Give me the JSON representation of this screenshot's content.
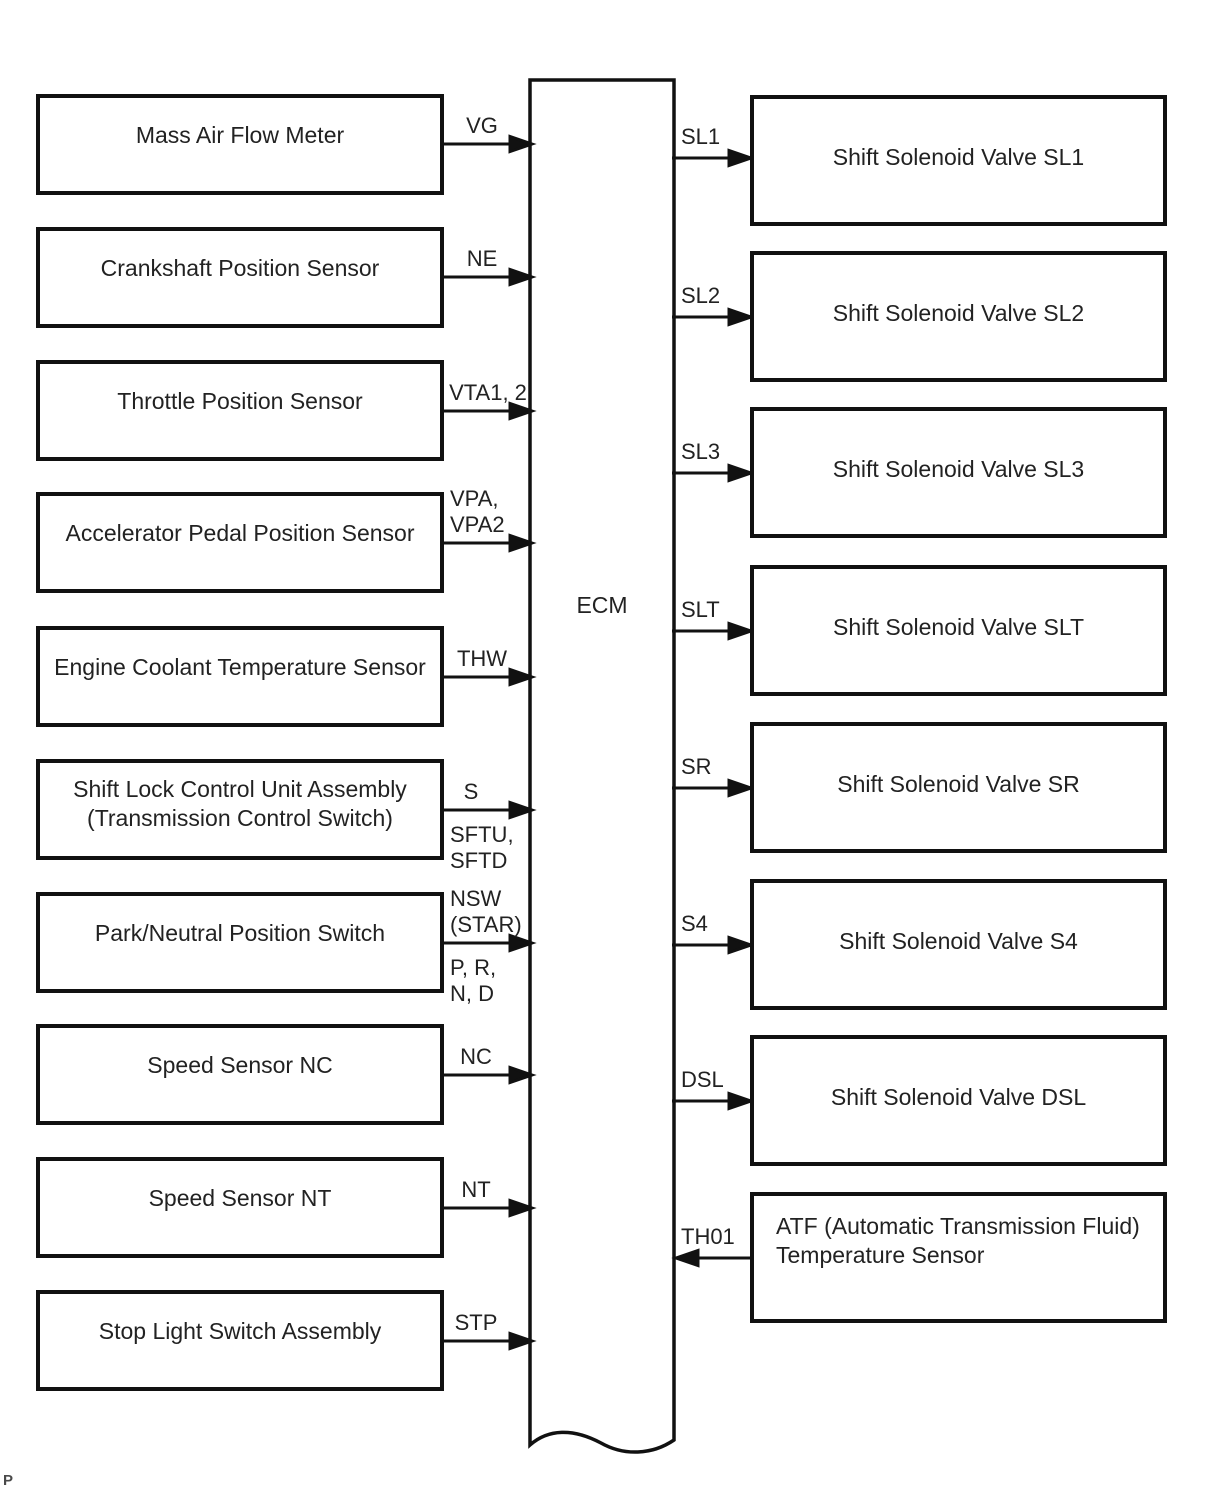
{
  "diagram": {
    "ecm": {
      "label": "ECM"
    },
    "line_color": "#111111",
    "left_nodes": [
      {
        "label": "Mass Air Flow Meter",
        "signal_above": "VG",
        "direction": "input"
      },
      {
        "label": "Crankshaft Position Sensor",
        "signal_above": "NE",
        "direction": "input"
      },
      {
        "label": "Throttle Position Sensor",
        "signal_above": "VTA1, 2",
        "direction": "input"
      },
      {
        "label": "Accelerator Pedal Position Sensor",
        "signal_above": "VPA,\nVPA2",
        "direction": "input"
      },
      {
        "label": "Engine Coolant Temperature Sensor",
        "signal_above": "THW",
        "direction": "input"
      },
      {
        "label": "Shift Lock Control Unit Assembly\n(Transmission Control Switch)",
        "signal_above": "S",
        "signal_below": "SFTU,\nSFTD",
        "direction": "input"
      },
      {
        "label": "Park/Neutral Position Switch",
        "signal_above": "NSW\n(STAR)",
        "signal_below": "P, R,\nN, D",
        "direction": "input"
      },
      {
        "label": "Speed Sensor NC",
        "signal_above": "NC",
        "direction": "input"
      },
      {
        "label": "Speed Sensor NT",
        "signal_above": "NT",
        "direction": "input"
      },
      {
        "label": "Stop Light Switch Assembly",
        "signal_above": "STP",
        "direction": "input"
      }
    ],
    "right_nodes": [
      {
        "label": "Shift Solenoid Valve SL1",
        "signal": "SL1",
        "direction": "output"
      },
      {
        "label": "Shift Solenoid Valve SL2",
        "signal": "SL2",
        "direction": "output"
      },
      {
        "label": "Shift Solenoid Valve SL3",
        "signal": "SL3",
        "direction": "output"
      },
      {
        "label": "Shift Solenoid Valve SLT",
        "signal": "SLT",
        "direction": "output"
      },
      {
        "label": "Shift Solenoid Valve SR",
        "signal": "SR",
        "direction": "output"
      },
      {
        "label": "Shift Solenoid Valve S4",
        "signal": "S4",
        "direction": "output"
      },
      {
        "label": "Shift Solenoid Valve DSL",
        "signal": "DSL",
        "direction": "output"
      },
      {
        "label": "ATF (Automatic Transmission Fluid)\nTemperature Sensor",
        "signal": "TH01",
        "direction": "input"
      }
    ],
    "page": {
      "marker": "P"
    }
  }
}
